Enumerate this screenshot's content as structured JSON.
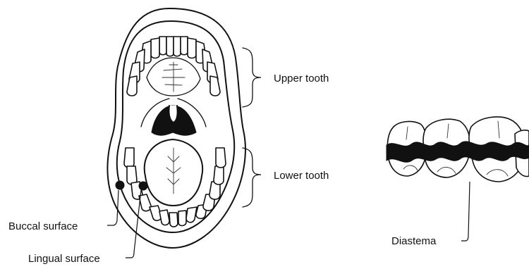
{
  "labels": {
    "upper_tooth": "Upper tooth",
    "lower_tooth": "Lower tooth",
    "buccal_surface": "Buccal surface",
    "lingual_surface": "Lingual surface",
    "diastema": "Diastema"
  },
  "colors": {
    "ink": "#111111",
    "background": "#ffffff"
  }
}
